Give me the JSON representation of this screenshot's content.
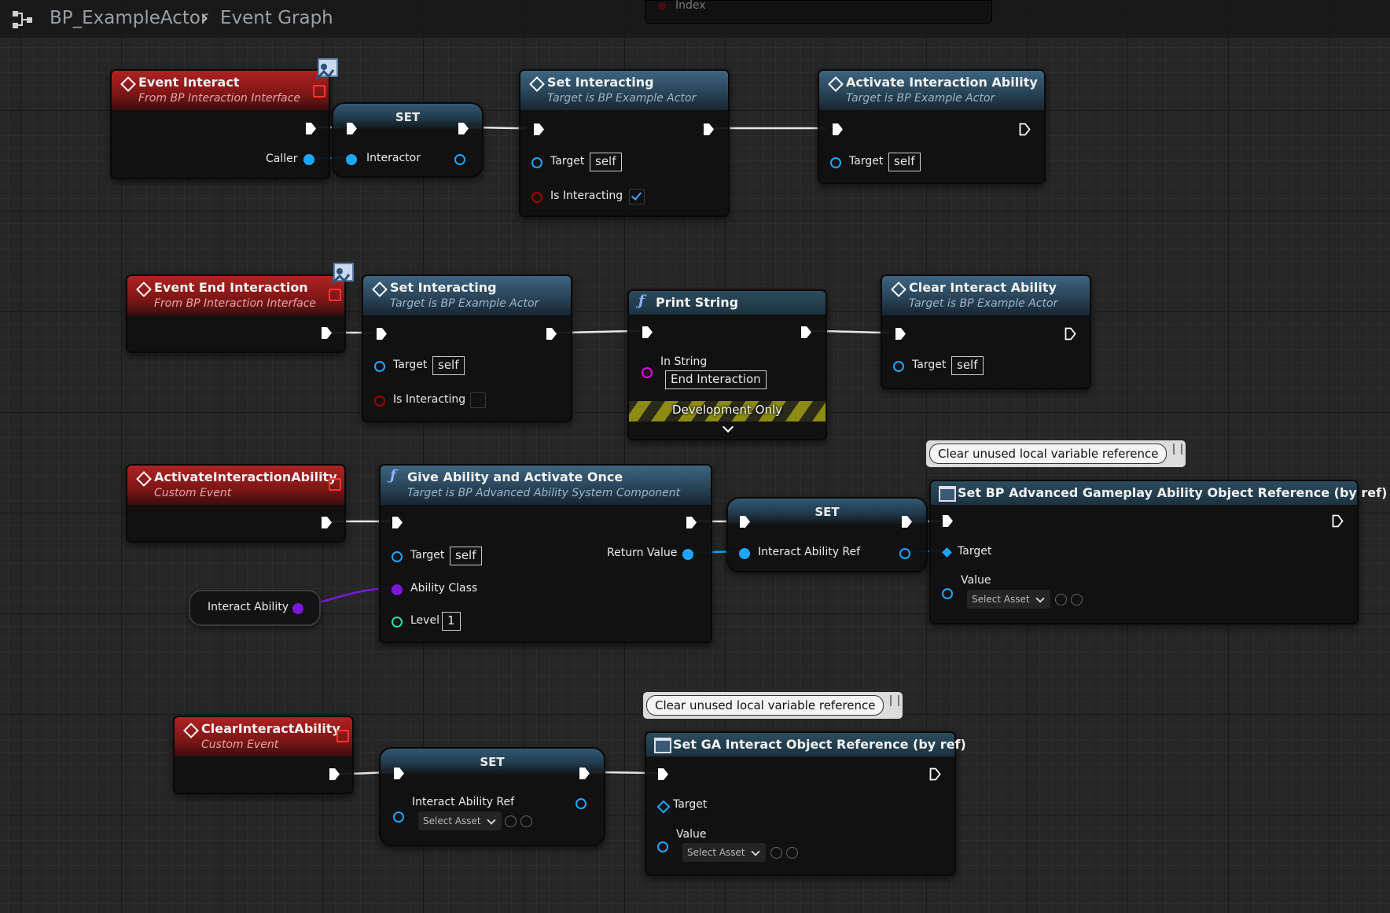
{
  "breadcrumb": {
    "blueprint": "BP_ExampleActor",
    "graph": "Event Graph"
  },
  "partial_node": {
    "pin_label": "Index"
  },
  "nodes": {
    "event_interact": {
      "title": "Event Interact",
      "subtitle": "From BP Interaction Interface",
      "pin_caller": "Caller"
    },
    "set_interactor": {
      "title": "SET",
      "pin_interactor": "Interactor"
    },
    "set_interacting_1": {
      "title": "Set Interacting",
      "subtitle": "Target is BP Example Actor",
      "target_label": "Target",
      "target_value": "self",
      "bool_label": "Is Interacting",
      "checked": true
    },
    "activate_ability_call": {
      "title": "Activate Interaction Ability",
      "subtitle": "Target is BP Example Actor",
      "target_label": "Target",
      "target_value": "self"
    },
    "event_end_interaction": {
      "title": "Event End Interaction",
      "subtitle": "From BP Interaction Interface"
    },
    "set_interacting_2": {
      "title": "Set Interacting",
      "subtitle": "Target is BP Example Actor",
      "target_label": "Target",
      "target_value": "self",
      "bool_label": "Is Interacting",
      "checked": false
    },
    "print_string": {
      "title": "Print String",
      "in_string_label": "In String",
      "in_string_value": "End Interaction",
      "dev_label": "Development Only"
    },
    "clear_interact_ability": {
      "title": "Clear Interact Ability",
      "subtitle": "Target is BP Example Actor",
      "target_label": "Target",
      "target_value": "self"
    },
    "custom_activate": {
      "title": "ActivateInteractionAbility",
      "subtitle": "Custom Event"
    },
    "give_ability": {
      "title": "Give Ability and Activate Once",
      "subtitle": "Target is BP Advanced Ability System Component",
      "target_label": "Target",
      "target_value": "self",
      "return_label": "Return Value",
      "class_label": "Ability Class",
      "level_label": "Level",
      "level_value": "1"
    },
    "interact_ability_var": {
      "label": "Interact Ability"
    },
    "set_ref_1": {
      "title": "SET",
      "pin_label": "Interact Ability Ref"
    },
    "set_bp_advanced": {
      "title": "Set BP Advanced Gameplay Ability Object Reference (by ref)",
      "target_label": "Target",
      "value_label": "Value",
      "select_label": "Select Asset"
    },
    "custom_clear": {
      "title": "ClearInteractAbility",
      "subtitle": "Custom Event"
    },
    "set_ref_2": {
      "title": "SET",
      "pin_label": "Interact Ability Ref",
      "select_label": "Select Asset"
    },
    "set_ga_interact": {
      "title": "Set GA Interact Object Reference (by ref)",
      "target_label": "Target",
      "value_label": "Value",
      "select_label": "Select Asset"
    }
  },
  "comments": [
    {
      "text": "Clear unused local variable reference"
    },
    {
      "text": "Clear unused local variable reference"
    }
  ],
  "colors": {
    "event_header": "#9e1d1d",
    "function_header": "#2f5068",
    "exec_wire": "#e8e8e8",
    "object_pin": "#1ea6ff",
    "bool_pin": "#a10000",
    "string_pin": "#f000f0",
    "class_pin": "#7a18d8",
    "int_pin": "#28e0b0"
  },
  "icons": [
    "graph-icon",
    "chevron-right-icon",
    "event-diamond-icon",
    "function-icon",
    "variable-icon",
    "delegate-pin-icon",
    "interface-message-icon",
    "exec-pin-icon",
    "data-pin-icon",
    "browse-icon",
    "search-icon",
    "pin-icon"
  ]
}
